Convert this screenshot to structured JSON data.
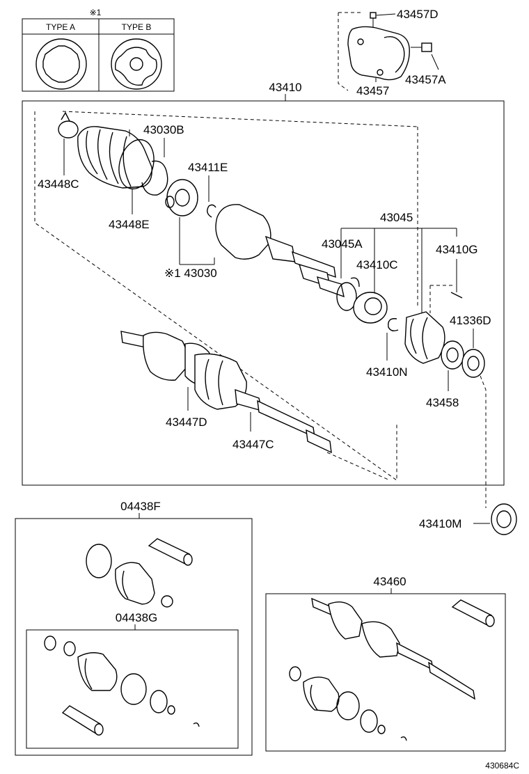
{
  "type_box": {
    "note_mark": "※1",
    "type_a": "TYPE A",
    "type_b": "TYPE B"
  },
  "labels": {
    "p43457D": "43457D",
    "p43457": "43457",
    "p43457A": "43457A",
    "p43410": "43410",
    "p43030B": "43030B",
    "p43448C": "43448C",
    "p43411E": "43411E",
    "p43448E": "43448E",
    "p43030": "※1 43030",
    "p43045": "43045",
    "p43045A": "43045A",
    "p43410G": "43410G",
    "p43410C": "43410C",
    "p41336D": "41336D",
    "p43410N": "43410N",
    "p43458": "43458",
    "p43447D": "43447D",
    "p43447C": "43447C",
    "p43410M": "43410M",
    "p04438F": "04438F",
    "p04438G": "04438G",
    "p43460": "43460"
  },
  "footer_code": "430684C"
}
